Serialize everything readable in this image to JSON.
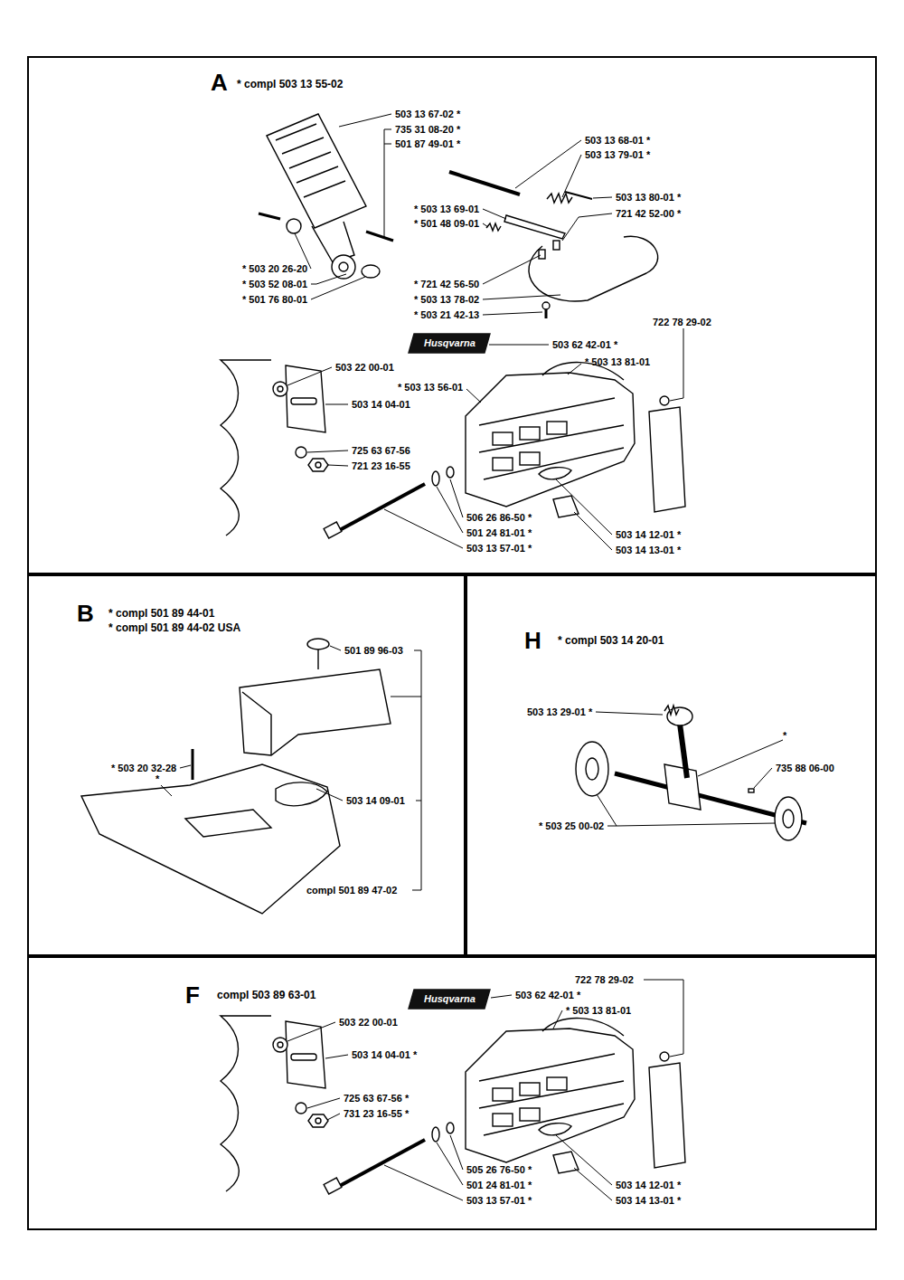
{
  "diagram": {
    "nodes": [
      {
        "text": [
          "A",
          "* compl 503 13 55-02"
        ]
      },
      {
        "text": [
          "B",
          "* compl 501 89 44-01",
          "* compl 501 89 44-02 USA"
        ]
      },
      {
        "text": [
          "H",
          "* compl 503 14 20-01"
        ]
      },
      {
        "text": [
          "F",
          "compl 503 89 63-01"
        ]
      }
    ],
    "labels": [
      "503 13 67-02 *",
      "735 31 08-20 *",
      "501 87 49-01 *",
      "503 13 68-01 *",
      "503 13 79-01 *",
      "503 13 80-01 *",
      "* 503 13 69-01",
      "721 42 52-00 *",
      "* 501 48 09-01",
      "* 503 20 26-20",
      "* 503 52 08-01",
      "* 721 42 56-50",
      "* 501 76 80-01",
      "* 503 13 78-02",
      "* 503 21 42-13",
      "722 78 29-02",
      "Husqvarna",
      "503 62 42-01 *",
      "* 503 13 81-01",
      "503 22 00-01",
      "* 503 13 56-01",
      "503 14 04-01",
      "725 63 67-56",
      "721 23 16-55",
      "506 26 86-50 *",
      "501 24 81-01 *",
      "503 14 12-01 *",
      "503 13 57-01 *",
      "503 14 13-01 *",
      "501 89 96-03",
      "* 503 20 32-28",
      "*",
      "503 14 09-01",
      "compl 501 89 47-02",
      "503 13 29-01 *",
      "*",
      "735 88 06-00",
      "* 503 25 00-02",
      "722 78 29-02",
      "503 62 42-01 *",
      "Husqvarna",
      "* 503 13 81-01",
      "503 22 00-01",
      "503 14 04-01 *",
      "725 63 67-56 *",
      "731 23 16-55 *",
      "505 26 76-50 *",
      "501 24 81-01 *",
      "503 14 12-01 *",
      "503 13 57-01 *",
      "503 14 13-01 *"
    ]
  }
}
